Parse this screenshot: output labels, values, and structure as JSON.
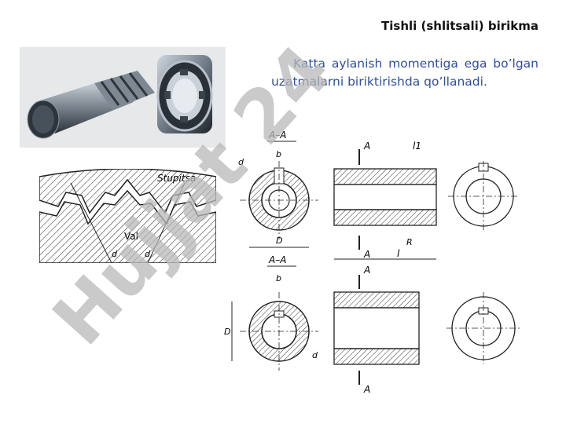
{
  "slide": {
    "title": "Tishli (shlitsali) birikma",
    "paragraph": "Katta aylanish momentiga ega bo’lgan uzatmalarni biriktirishda qo’llanadi."
  },
  "gear_figure": {
    "hub_label": "Stupitsa",
    "shaft_label": "Val",
    "dim_left": "d",
    "dim_right": "d"
  },
  "drawing_top": {
    "section": "A–A",
    "label_d": "d",
    "label_b": "b",
    "label_D": "D",
    "cut_top": "A",
    "cut_bottom": "A",
    "label_l1": "l1",
    "label_l": "l",
    "label_R": "R"
  },
  "drawing_bottom": {
    "section": "A–A",
    "label_b": "b",
    "label_D": "D",
    "label_d": "d",
    "cut_top": "A",
    "cut_bottom": "A"
  },
  "watermark": {
    "text": "Hujjat 24"
  },
  "colors": {
    "title": "#111111",
    "paragraph": "#2f4f9e",
    "watermark_gray": "#b8b8b8",
    "watermark_purple": "#c9a9e8"
  }
}
